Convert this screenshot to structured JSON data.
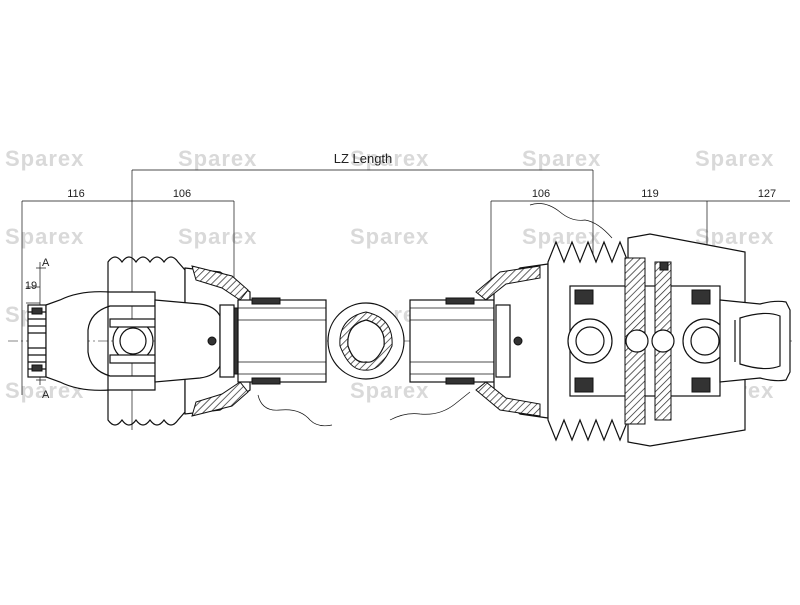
{
  "drawing": {
    "title_label": "LZ Length",
    "dims": {
      "left_outer": "116",
      "left_inner": "106",
      "right_inner": "106",
      "right_mid": "119",
      "right_outer": "127",
      "side_height": "19",
      "section_mark_top": "A",
      "section_mark_bottom": "A"
    },
    "watermark": "Sparex"
  }
}
